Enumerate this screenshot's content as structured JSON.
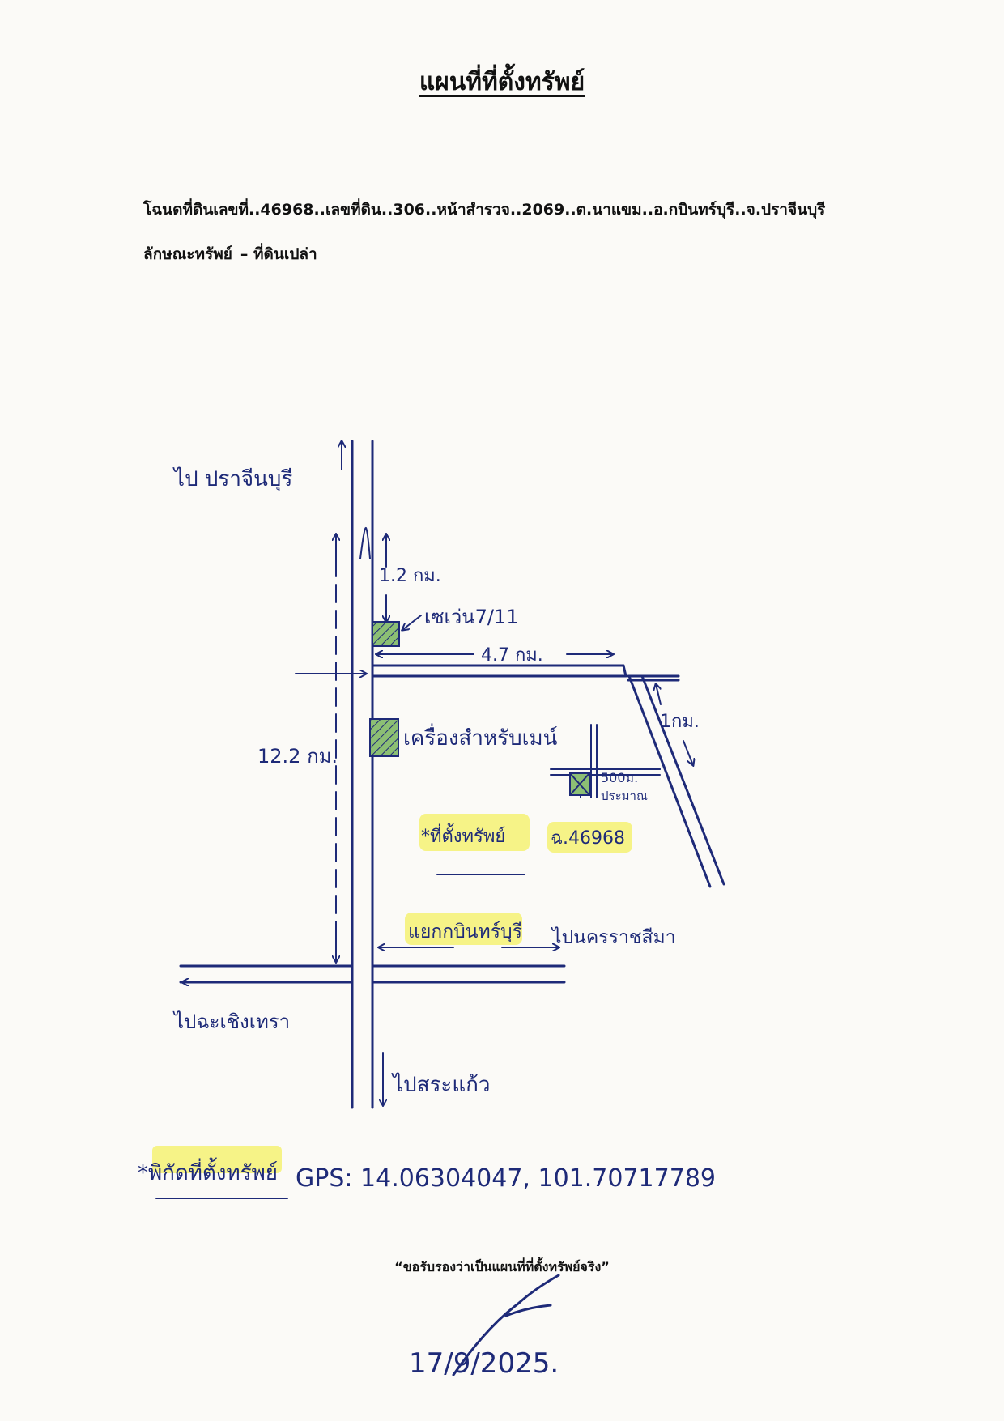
{
  "title": "แผนที่ที่ตั้งทรัพย์",
  "deed_line": "โฉนดที่ดินเลขที่..46968..เลขที่ดิน..306..หน้าสำรวจ..2069..ต.นาแขม..อ.กบินทร์บุรี..จ.ปราจีนบุรี",
  "property_type": {
    "label": "ลักษณะทรัพย์",
    "value": "– ที่ดินเปล่า"
  },
  "map": {
    "to_prachinburi": "ไป ปราจีนบุรี",
    "dist_1_2": "1.2 กม.",
    "seven_eleven": "เซเว่น7/11",
    "dist_4_7": "4.7 กม.",
    "dist_1": "1กม.",
    "power_plant": "เครื่องสำหรับเมน์",
    "dist_12_2": "12.2 กม.",
    "dist_500": "500ม.",
    "approx": "ประมาณ",
    "property_location": "*ที่ตั้งทรัพย์",
    "deed_no": "ฉ.46968",
    "kabin_junction": "แยกกบินทร์บุรี",
    "to_korat": "ไปนครราชสีมา",
    "to_chachoengsao": "ไปฉะเชิงเทรา",
    "to_sakaeo": "ไปสระแก้ว"
  },
  "coords_label": "*พิกัดที่ตั้งทรัพย์",
  "coords_value": "GPS: 14.06304047, 101.70717789",
  "certification": "“ขอรับรองว่าเป็นแผนที่ที่ตั้งทรัพย์จริง”",
  "signature_date": "17/9/2025."
}
